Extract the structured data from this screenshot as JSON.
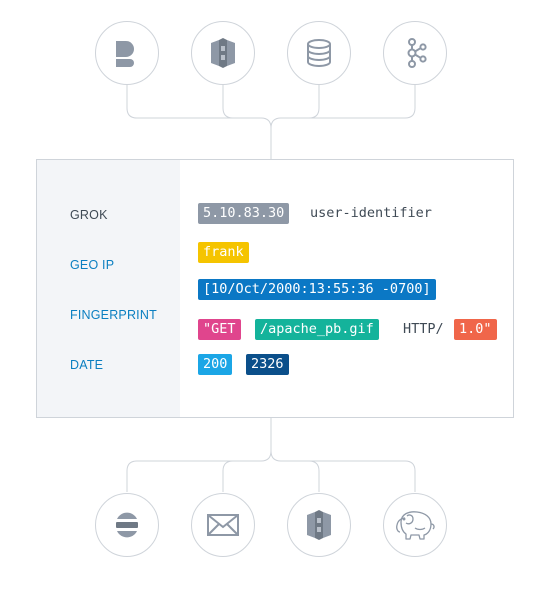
{
  "inputs": [
    {
      "icon": "beats-icon"
    },
    {
      "icon": "amazon-s3-icon"
    },
    {
      "icon": "database-icon"
    },
    {
      "icon": "kafka-icon"
    }
  ],
  "outputs": [
    {
      "icon": "elasticsearch-icon"
    },
    {
      "icon": "email-icon"
    },
    {
      "icon": "amazon-s3-icon"
    },
    {
      "icon": "hadoop-elephant-icon"
    }
  ],
  "labels": {
    "grok": "GROK",
    "geo_ip": "GEO IP",
    "fingerprint": "FINGERPRINT",
    "date": "DATE"
  },
  "tokens": {
    "ip": "5.10.83.30",
    "user_identifier": "user-identifier",
    "user": "frank",
    "timestamp": "[10/Oct/2000:13:55:36 -0700]",
    "method": "\"GET",
    "path": "/apache_pb.gif",
    "protocol": "HTTP/",
    "version": "1.0\"",
    "status": "200",
    "bytes": "2326"
  },
  "colors": {
    "grok_gray": "#8e98a6",
    "yellow": "#f5c400",
    "blue": "#0b78c5",
    "pink": "#e0458d",
    "teal": "#14b39b",
    "orange": "#f0664a",
    "light_blue": "#1ba6e6",
    "navy": "#0b4f8a",
    "label_blue": "#0b7fc1",
    "line_gray": "#cfd4da",
    "icon_gray": "#8e98a6"
  }
}
